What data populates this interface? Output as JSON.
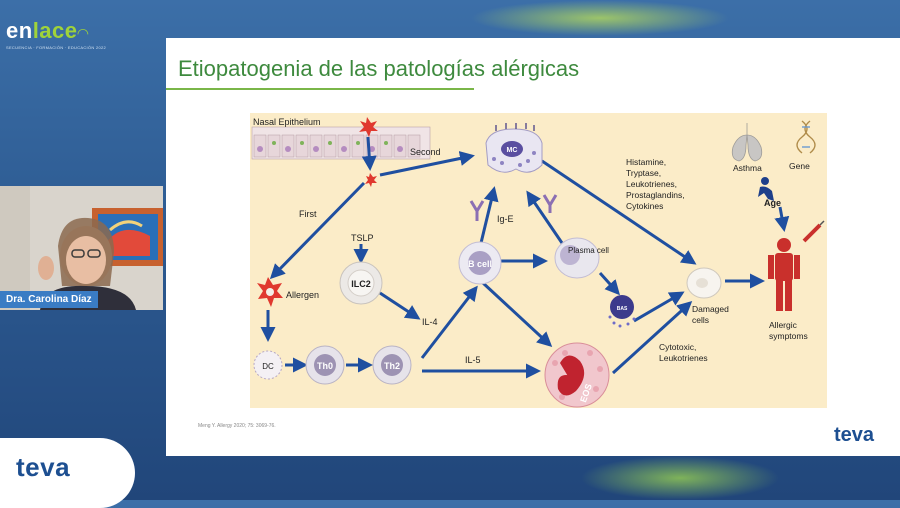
{
  "brand": {
    "name_pre": "en",
    "name_accent": "lace",
    "name_post": "",
    "tagline": "SECUENCIA · FORMACIÓN · EDUCACIÓN 2022"
  },
  "presenter": {
    "name": "Dra. Carolina Díaz"
  },
  "footer_logo": "teva",
  "slide": {
    "title": "Etiopatogenia de las patologías alérgicas",
    "citation": "Meng Y. Allergy 2020; 75: 3069-76.",
    "logo": "teva"
  },
  "figure": {
    "nasal_epithelium": "Nasal Epithelium",
    "second": "Second",
    "first": "First",
    "tslp": "TSLP",
    "allergen": "Allergen",
    "ilc2": "ILC2",
    "il4": "IL-4",
    "ige": "Ig-E",
    "b_cell": "B cell",
    "plasma_cell": "Plasma cell",
    "mc": "MC",
    "dc": "DC",
    "th0": "Th0",
    "th2": "Th2",
    "il5": "IL-5",
    "eos": "EOS",
    "bas": "BAS",
    "mediators": [
      "Histamine,",
      "Tryptase,",
      "Leukotrienes,",
      "Prostaglandins,",
      "Cytokines"
    ],
    "damaged_cells": [
      "Damaged",
      "cells"
    ],
    "cytotoxic": [
      "Cytotoxic,",
      "Leukotrienes"
    ],
    "asthma": "Asthma",
    "gene": "Gene",
    "age": "Age",
    "allergic_symptoms": [
      "Allergic",
      "symptoms"
    ]
  },
  "colors": {
    "arrow": "#1f4fa0",
    "slide_title": "#3e8a3e",
    "figure_bg": "#fbecc8",
    "brand_accent": "#9fd33a",
    "teva_blue": "#1d4f91"
  }
}
